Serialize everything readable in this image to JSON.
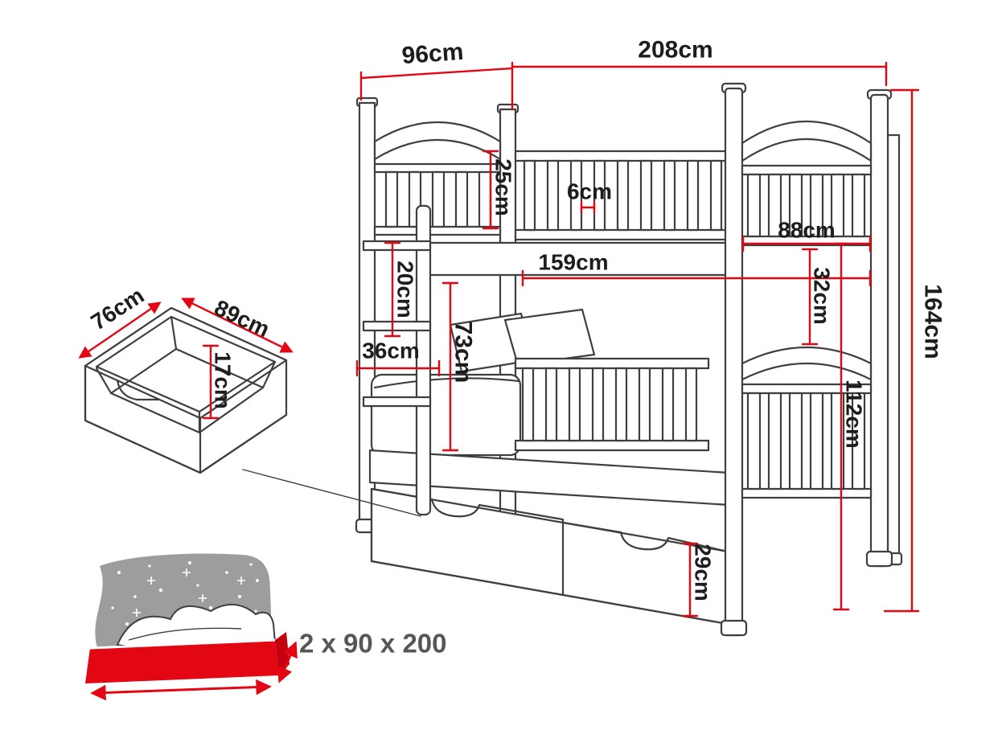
{
  "diagram": {
    "title": "bunk-bed-dimension-diagram",
    "labels": {
      "bed_depth": "96cm",
      "bed_width": "208cm",
      "bed_height": "164cm",
      "upper_guard_height": "25cm",
      "slat_gap": "6cm",
      "end_inner_width": "88cm",
      "bed_inner_length": "159cm",
      "shelf_spacing": "20cm",
      "bunk_clearance": "73cm",
      "shelf_width": "36cm",
      "lower_guard_height": "32cm",
      "lower_bunk_height": "112cm",
      "drawer_front_height": "29cm",
      "storage_drawer_depth": "76cm",
      "storage_drawer_width": "89cm",
      "storage_drawer_height": "17cm",
      "mattress_size": "2 x 90 x 200"
    },
    "colors": {
      "line": "#3f3f3f",
      "dimension_red": "#e30613",
      "label_text": "#1d1d1b",
      "blanket_grey": "#9d9d9c",
      "mattress_red": "#e30613",
      "mattress_side_red": "#c5000e",
      "size_text_grey": "#575756",
      "background": "#ffffff"
    }
  }
}
